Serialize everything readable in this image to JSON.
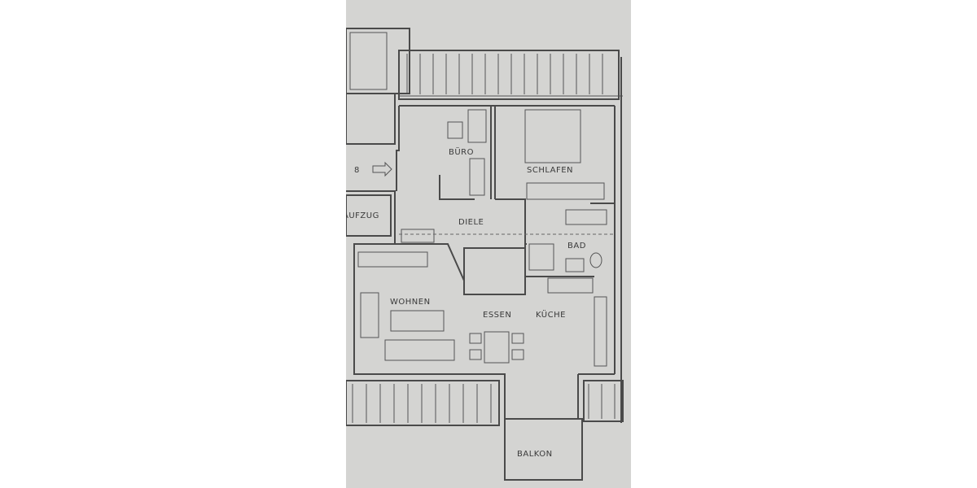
{
  "floor_plan": {
    "rooms": {
      "office": "BÜRO",
      "bedroom": "SCHLAFEN",
      "hall": "DIELE",
      "bath": "BAD",
      "living": "WOHNEN",
      "dining": "ESSEN",
      "kitchen": "KÜCHE",
      "balcony": "BALKON",
      "elevator": "AUFZUG"
    },
    "stair_number": "8",
    "colors": {
      "paper": "#d4d4d2",
      "lines": "#4a4a4a"
    }
  }
}
